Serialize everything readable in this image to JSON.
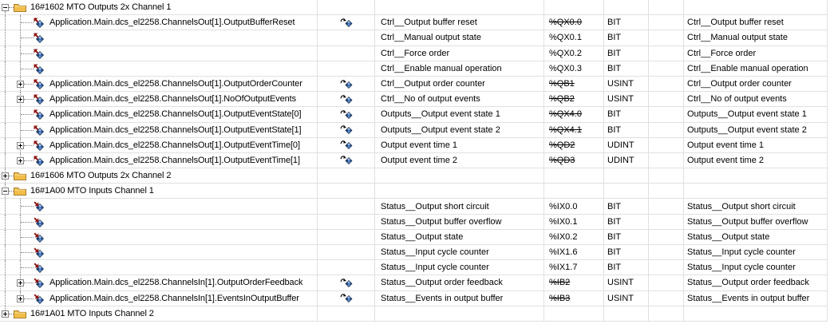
{
  "colors": {
    "background": "#ffffff",
    "grid_line": "#e0e0e0",
    "tree_line": "#808080",
    "text": "#000000",
    "folder_fill": "#f2be4a",
    "folder_outline": "#a97f2c",
    "diamond_light": "#9cc2ee",
    "diamond_dark": "#2d5ba6",
    "arrow_red": "#8e1616"
  },
  "icons": {
    "expander-expanded": "minus-box",
    "expander-collapsed": "plus-box",
    "folder-icon": "yellow-folder",
    "output-variable-icon": "blue-diamond-with-red-arrow-pointing-out-nw",
    "input-variable-icon": "blue-diamond-with-red-arrow-pointing-in-se",
    "mapped-variable-icon": "blue-diamond-with-black-curved-arrow"
  },
  "table": {
    "rows": [
      {
        "folder": true,
        "expander": "minus",
        "icon": "folder",
        "variable": "16#1602 MTO Outputs 2x Channel 1",
        "mapped": false,
        "channel": "",
        "address": "",
        "address_struck": false,
        "data_type": "",
        "description": "",
        "tree": {
          "root": "start",
          "child": "none",
          "stub": "folder"
        }
      },
      {
        "folder": false,
        "expander": null,
        "icon": "var-out",
        "variable": "Application.Main.dcs_el2258.ChannelsOut[1].OutputBufferReset",
        "mapped": true,
        "channel": "Ctrl__Output buffer reset",
        "address": "%QX0.0",
        "address_struck": true,
        "data_type": "BIT",
        "description": "Ctrl__Output buffer reset",
        "tree": {
          "root": "full",
          "child": "full",
          "stub": "leaf"
        }
      },
      {
        "folder": false,
        "expander": null,
        "icon": "var-out",
        "variable": "",
        "mapped": false,
        "channel": "Ctrl__Manual output state",
        "address": "%QX0.1",
        "address_struck": false,
        "data_type": "BIT",
        "description": "Ctrl__Manual output state",
        "tree": {
          "root": "full",
          "child": "full",
          "stub": "leaf"
        }
      },
      {
        "folder": false,
        "expander": null,
        "icon": "var-out",
        "variable": "",
        "mapped": false,
        "channel": "Ctrl__Force order",
        "address": "%QX0.2",
        "address_struck": false,
        "data_type": "BIT",
        "description": "Ctrl__Force order",
        "tree": {
          "root": "full",
          "child": "full",
          "stub": "leaf"
        }
      },
      {
        "folder": false,
        "expander": null,
        "icon": "var-out",
        "variable": "",
        "mapped": false,
        "channel": "Ctrl__Enable manual operation",
        "address": "%QX0.3",
        "address_struck": false,
        "data_type": "BIT",
        "description": "Ctrl__Enable manual operation",
        "tree": {
          "root": "full",
          "child": "full",
          "stub": "leaf"
        }
      },
      {
        "folder": false,
        "expander": "plus",
        "icon": "var-out",
        "variable": "Application.Main.dcs_el2258.ChannelsOut[1].OutputOrderCounter",
        "mapped": true,
        "channel": "Ctrl__Output order counter",
        "address": "%QB1",
        "address_struck": true,
        "data_type": "USINT",
        "description": "Ctrl__Output order counter",
        "tree": {
          "root": "full",
          "child": "full",
          "stub": "exp"
        }
      },
      {
        "folder": false,
        "expander": "plus",
        "icon": "var-out",
        "variable": "Application.Main.dcs_el2258.ChannelsOut[1].NoOfOutputEvents",
        "mapped": true,
        "channel": "Ctrl__No of output events",
        "address": "%QB2",
        "address_struck": true,
        "data_type": "USINT",
        "description": "Ctrl__No of output events",
        "tree": {
          "root": "full",
          "child": "full",
          "stub": "exp"
        }
      },
      {
        "folder": false,
        "expander": null,
        "icon": "var-out",
        "variable": "Application.Main.dcs_el2258.ChannelsOut[1].OutputEventState[0]",
        "mapped": true,
        "channel": "Outputs__Output event state 1",
        "address": "%QX4.0",
        "address_struck": true,
        "data_type": "BIT",
        "description": "Outputs__Output event state 1",
        "tree": {
          "root": "full",
          "child": "full",
          "stub": "leaf"
        }
      },
      {
        "folder": false,
        "expander": null,
        "icon": "var-out",
        "variable": "Application.Main.dcs_el2258.ChannelsOut[1].OutputEventState[1]",
        "mapped": true,
        "channel": "Outputs__Output event state 2",
        "address": "%QX4.1",
        "address_struck": true,
        "data_type": "BIT",
        "description": "Outputs__Output event state 2",
        "tree": {
          "root": "full",
          "child": "full",
          "stub": "leaf"
        }
      },
      {
        "folder": false,
        "expander": "plus",
        "icon": "var-out",
        "variable": "Application.Main.dcs_el2258.ChannelsOut[1].OutputEventTime[0]",
        "mapped": true,
        "channel": "Output event time 1",
        "address": "%QD2",
        "address_struck": true,
        "data_type": "UDINT",
        "description": "Output event time 1",
        "tree": {
          "root": "full",
          "child": "full",
          "stub": "exp"
        }
      },
      {
        "folder": false,
        "expander": "plus",
        "icon": "var-out",
        "variable": "Application.Main.dcs_el2258.ChannelsOut[1].OutputEventTime[1]",
        "mapped": true,
        "channel": "Output event time 2",
        "address": "%QD3",
        "address_struck": true,
        "data_type": "UDINT",
        "description": "Output event time 2",
        "tree": {
          "root": "full",
          "child": "half",
          "stub": "exp"
        }
      },
      {
        "folder": true,
        "expander": "plus",
        "icon": "folder",
        "variable": "16#1606 MTO Outputs 2x Channel 2",
        "mapped": false,
        "channel": "",
        "address": "",
        "address_struck": false,
        "data_type": "",
        "description": "",
        "tree": {
          "root": "full",
          "child": "none",
          "stub": "folder"
        }
      },
      {
        "folder": true,
        "expander": "minus",
        "icon": "folder",
        "variable": "16#1A00 MTO Inputs Channel 1",
        "mapped": false,
        "channel": "",
        "address": "",
        "address_struck": false,
        "data_type": "",
        "description": "",
        "tree": {
          "root": "full",
          "child": "none",
          "stub": "folder"
        }
      },
      {
        "folder": false,
        "expander": null,
        "icon": "var-in",
        "variable": "",
        "mapped": false,
        "channel": "Status__Output short circuit",
        "address": "%IX0.0",
        "address_struck": false,
        "data_type": "BIT",
        "description": "Status__Output short circuit",
        "tree": {
          "root": "full",
          "child": "full",
          "stub": "leaf"
        }
      },
      {
        "folder": false,
        "expander": null,
        "icon": "var-in",
        "variable": "",
        "mapped": false,
        "channel": "Status__Output buffer overflow",
        "address": "%IX0.1",
        "address_struck": false,
        "data_type": "BIT",
        "description": "Status__Output buffer overflow",
        "tree": {
          "root": "full",
          "child": "full",
          "stub": "leaf"
        }
      },
      {
        "folder": false,
        "expander": null,
        "icon": "var-in",
        "variable": "",
        "mapped": false,
        "channel": "Status__Output state",
        "address": "%IX0.2",
        "address_struck": false,
        "data_type": "BIT",
        "description": "Status__Output state",
        "tree": {
          "root": "full",
          "child": "full",
          "stub": "leaf"
        }
      },
      {
        "folder": false,
        "expander": null,
        "icon": "var-in",
        "variable": "",
        "mapped": false,
        "channel": "Status__Input cycle counter",
        "address": "%IX1.6",
        "address_struck": false,
        "data_type": "BIT",
        "description": "Status__Input cycle counter",
        "tree": {
          "root": "full",
          "child": "full",
          "stub": "leaf"
        }
      },
      {
        "folder": false,
        "expander": null,
        "icon": "var-in",
        "variable": "",
        "mapped": false,
        "channel": "Status__Input cycle counter",
        "address": "%IX1.7",
        "address_struck": false,
        "data_type": "BIT",
        "description": "Status__Input cycle counter",
        "tree": {
          "root": "full",
          "child": "full",
          "stub": "leaf"
        }
      },
      {
        "folder": false,
        "expander": "plus",
        "icon": "var-in",
        "variable": "Application.Main.dcs_el2258.ChannelsIn[1].OutputOrderFeedback",
        "mapped": true,
        "channel": "Status__Output order feedback",
        "address": "%IB2",
        "address_struck": true,
        "data_type": "USINT",
        "description": "Status__Output order feedback",
        "tree": {
          "root": "full",
          "child": "full",
          "stub": "exp"
        }
      },
      {
        "folder": false,
        "expander": "plus",
        "icon": "var-in",
        "variable": "Application.Main.dcs_el2258.ChannelsIn[1].EventsInOutputBuffer",
        "mapped": true,
        "channel": "Status__Events in output buffer",
        "address": "%IB3",
        "address_struck": true,
        "data_type": "USINT",
        "description": "Status__Events in output buffer",
        "tree": {
          "root": "full",
          "child": "half",
          "stub": "exp"
        }
      },
      {
        "folder": true,
        "expander": "plus",
        "icon": "folder",
        "variable": "16#1A01 MTO Inputs Channel 2",
        "mapped": false,
        "channel": "",
        "address": "",
        "address_struck": false,
        "data_type": "",
        "description": "",
        "tree": {
          "root": "end",
          "child": "none",
          "stub": "folder"
        }
      }
    ]
  }
}
